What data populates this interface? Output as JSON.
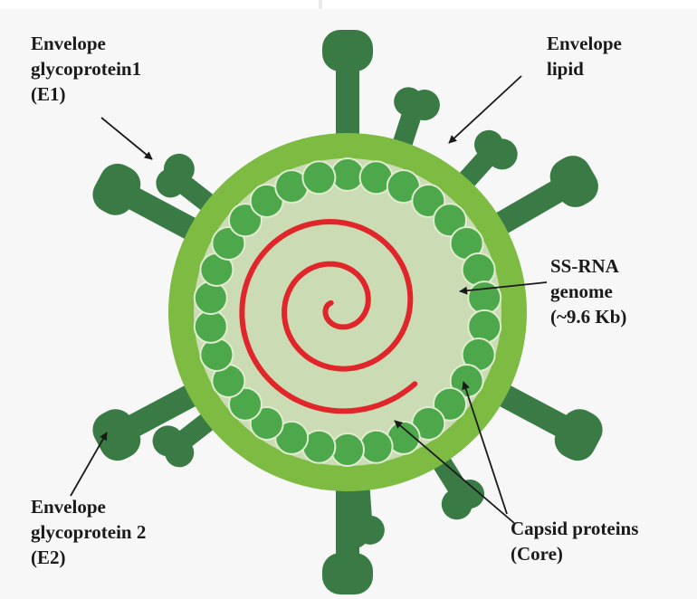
{
  "labels": {
    "e1": {
      "line1": "Envelope",
      "line2": "glycoprotein1",
      "line3": "(E1)"
    },
    "lipid": {
      "line1": "Envelope",
      "line2": "lipid"
    },
    "rna": {
      "line1": "SS-RNA",
      "line2": "genome",
      "line3": "(~9.6 Kb)"
    },
    "e2": {
      "line1": "Envelope",
      "line2": "glycoprotein 2",
      "line3": "(E2)"
    },
    "capsid": {
      "line1": "Capsid proteins",
      "line2": "(Core)"
    }
  },
  "colors": {
    "envelope_lipid": "#7dbb42",
    "inner_core": "#cbdcb4",
    "capsid": "#4ca84a",
    "capsid_stroke": "#dfeccf",
    "glycoprotein": "#3a7b45",
    "rna": "#e0262a",
    "arrow": "#1a1a1a"
  }
}
